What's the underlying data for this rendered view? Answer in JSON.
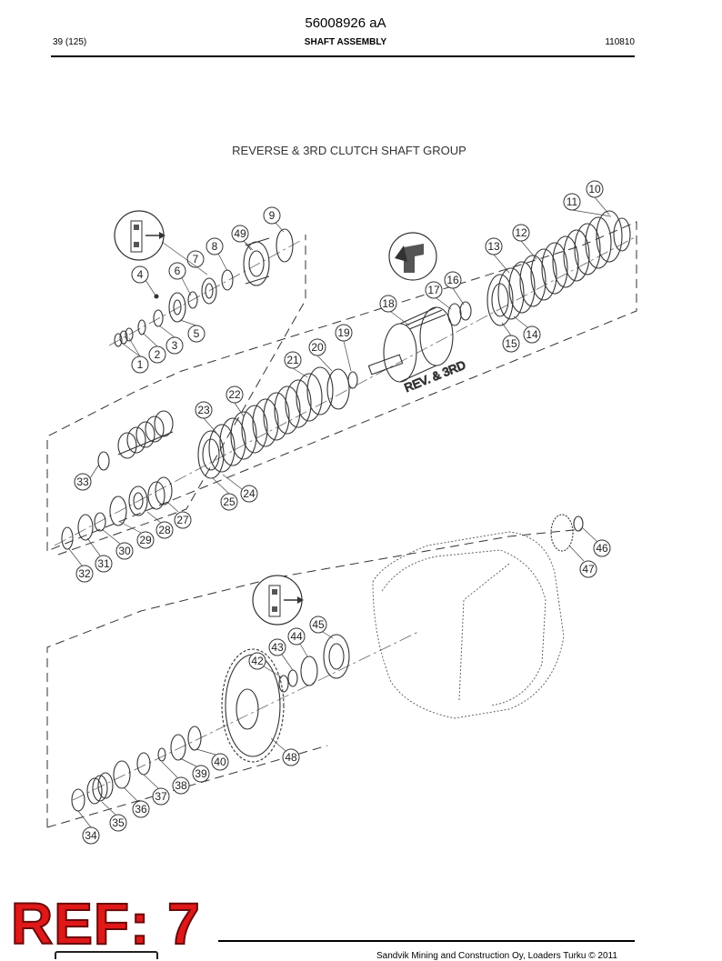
{
  "header": {
    "doc_number": "56008926 aA",
    "page": "39 (125)",
    "section": "SHAFT ASSEMBLY",
    "date_code": "110810"
  },
  "diagram": {
    "title": "REVERSE & 3RD CLUTCH SHAFT GROUP",
    "shaft_label": "REV. & 3RD",
    "callouts": [
      "1",
      "2",
      "3",
      "4",
      "5",
      "6",
      "7",
      "8",
      "9",
      "10",
      "11",
      "12",
      "13",
      "14",
      "15",
      "16",
      "17",
      "18",
      "19",
      "20",
      "21",
      "22",
      "23",
      "24",
      "25",
      "27",
      "28",
      "29",
      "30",
      "31",
      "32",
      "33",
      "34",
      "35",
      "36",
      "37",
      "38",
      "39",
      "40",
      "42",
      "43",
      "44",
      "45",
      "46",
      "47",
      "48",
      "49"
    ]
  },
  "stamp": {
    "text": "REF: 7"
  },
  "footer": {
    "text": "Sandvik Mining and Construction Oy, Loaders Turku © 2011"
  }
}
